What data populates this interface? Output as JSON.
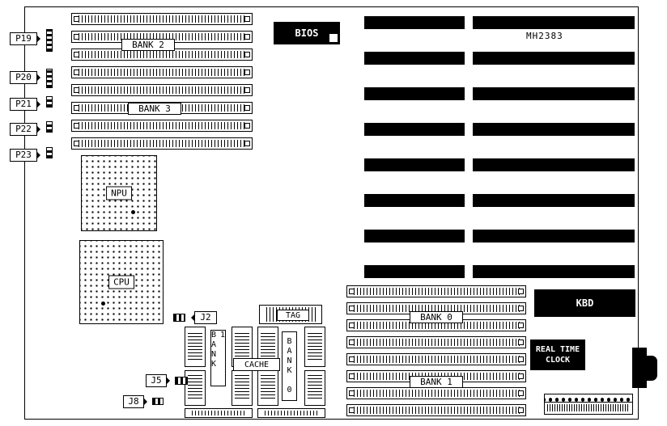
{
  "diagram": {
    "part_number": "MH2383",
    "colors": {
      "ink": "#000000",
      "paper": "#ffffff"
    },
    "left_connectors": [
      {
        "label": "P19"
      },
      {
        "label": "P20"
      },
      {
        "label": "P21"
      },
      {
        "label": "P22"
      },
      {
        "label": "P23"
      }
    ],
    "memory_top": {
      "bank2": "BANK 2",
      "bank3": "BANK 3"
    },
    "bios_label": "BIOS",
    "npu_label": "NPU",
    "cpu_label": "CPU",
    "jumpers": {
      "j2": "J2",
      "j5": "J5",
      "j8": "J8"
    },
    "cache": {
      "tag": "TAG",
      "cache": "CACHE",
      "bank1": "BANK 1",
      "bank0": "BANK 0"
    },
    "memory_bottom": {
      "bank0": "BANK 0",
      "bank1": "BANK 1"
    },
    "kbd_label": "KBD",
    "rtc_label": "REAL TIME CLOCK"
  }
}
